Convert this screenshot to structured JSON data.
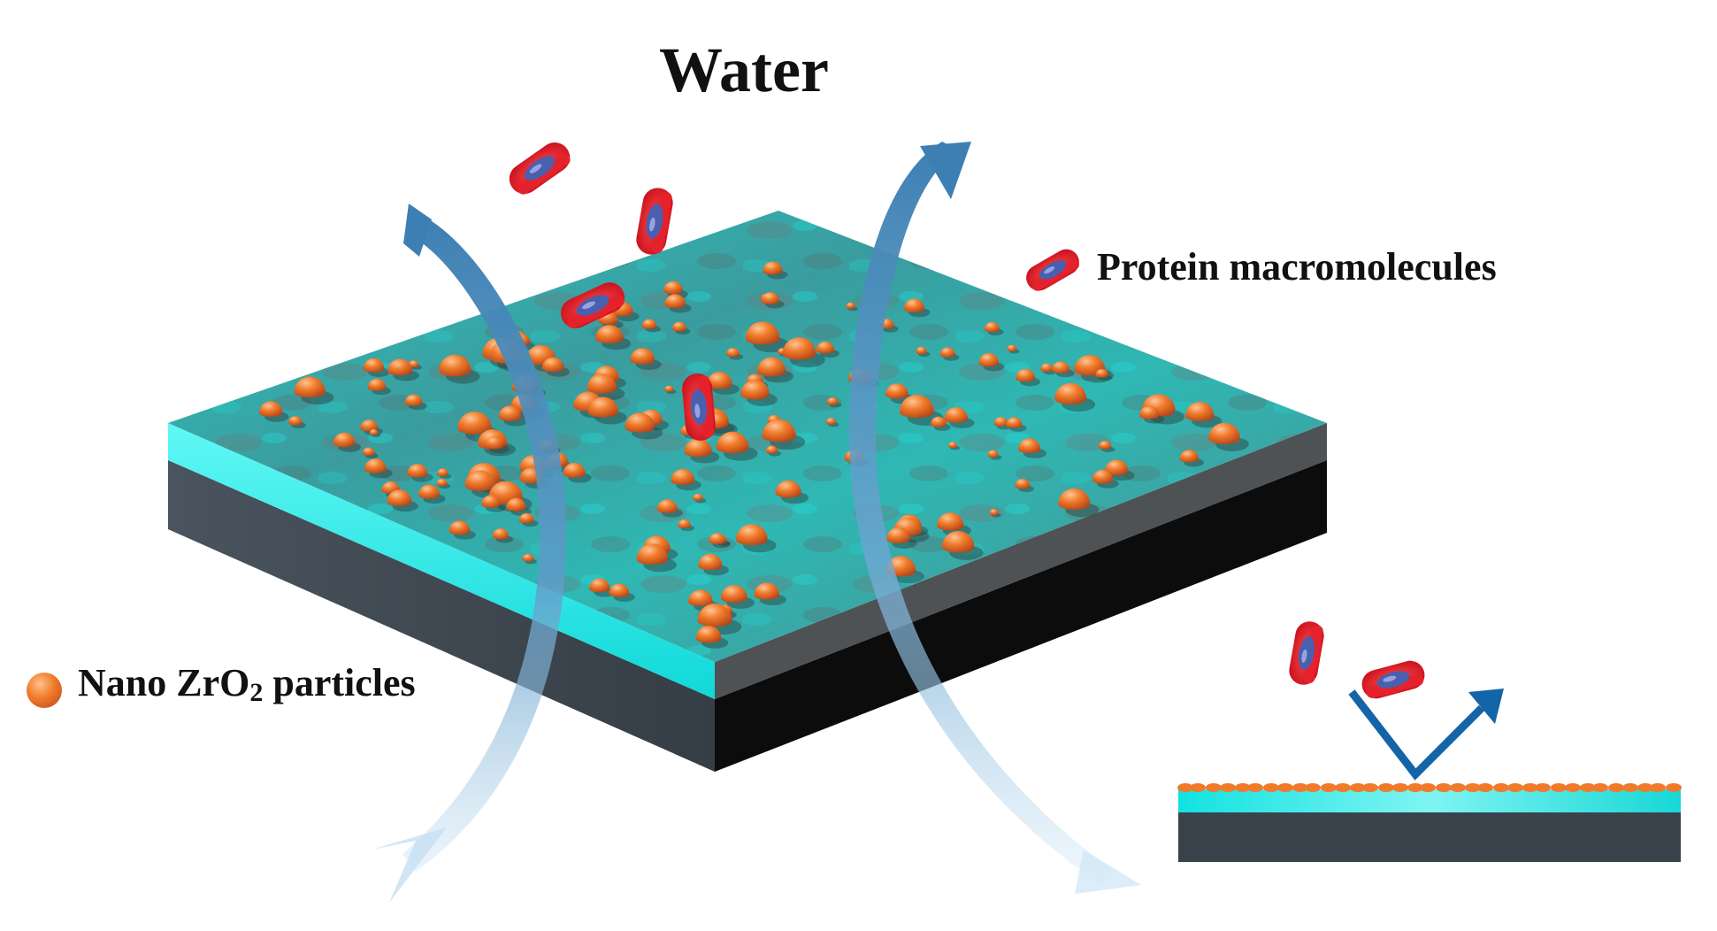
{
  "title": "Water",
  "legend": {
    "protein": "Protein macromolecules",
    "nano_prefix": "Nano ZrO",
    "nano_sub": "2",
    "nano_suffix": " particles"
  },
  "colors": {
    "membrane_top": "#2fb8b4",
    "membrane_edge": "#19f0ec",
    "support_dark": "#3a434c",
    "support_black": "#0c0c0c",
    "particle": "#f07a2a",
    "arrow": "#3d7fb2",
    "protein_red": "#e0202a",
    "protein_blue": "#4a5fae",
    "rebound_arrow": "#1464a8"
  },
  "icons": [
    "water-flow-arrow",
    "protein-molecule",
    "nano-particle",
    "rebound-arrow"
  ]
}
